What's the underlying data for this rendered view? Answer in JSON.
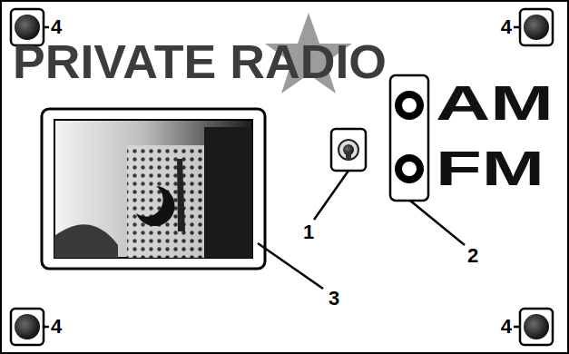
{
  "diagram": {
    "labels": [
      "4",
      "PRIVATE RADIO",
      "4",
      "AM",
      "FM",
      "1",
      "2",
      "3",
      "4",
      "4"
    ]
  }
}
